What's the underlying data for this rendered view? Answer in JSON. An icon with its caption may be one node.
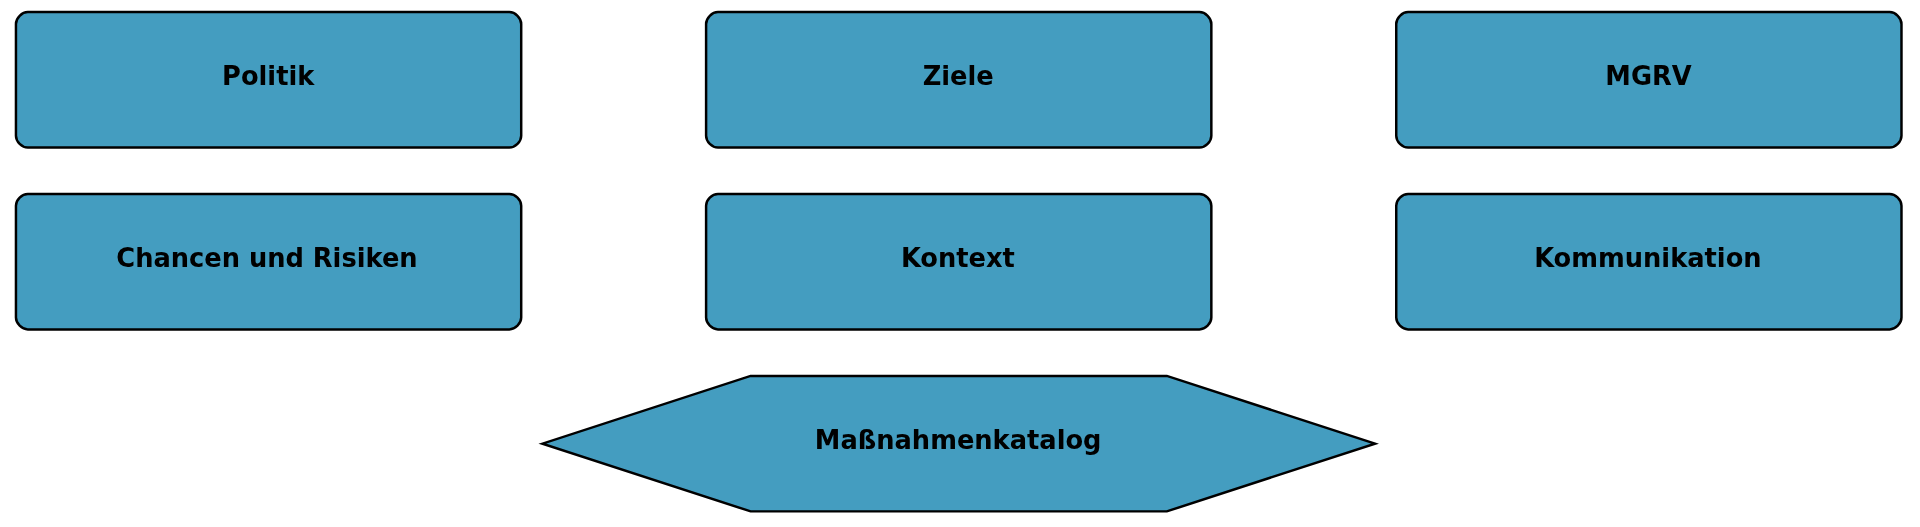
{
  "diagram": {
    "nodes": [
      {
        "text": [
          "Politik"
        ]
      },
      {
        "text": [
          "Ziele"
        ]
      },
      {
        "text": [
          "MGRV"
        ]
      },
      {
        "text": [
          "Chancen und Risiken"
        ]
      },
      {
        "text": [
          "Kontext"
        ]
      },
      {
        "text": [
          "Kommunikation"
        ]
      },
      {
        "text": [
          "Maßnahmenkatalog"
        ]
      }
    ]
  }
}
